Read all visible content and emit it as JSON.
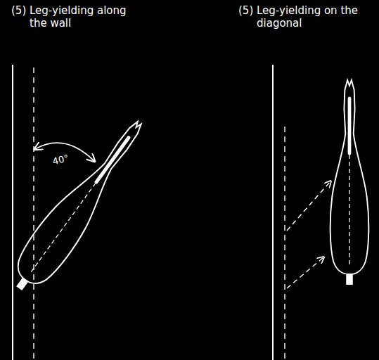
{
  "diagram": {
    "labels": [
      "(5) Leg-yielding along the wall",
      "(5) Leg-yielding on the diagonal",
      "40°"
    ]
  }
}
